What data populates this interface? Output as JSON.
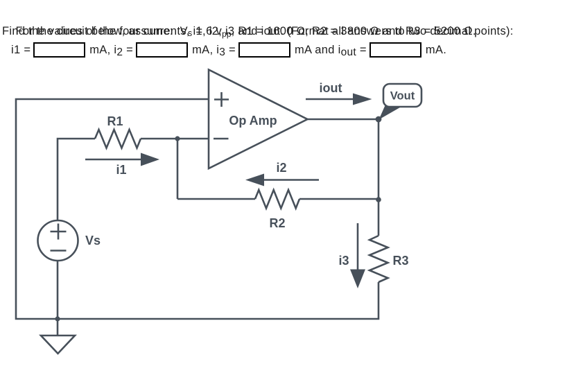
{
  "problem": {
    "line1_part1": "For the circuit below, assume:  V",
    "line1_vs_sub": "s",
    "line1_part2": " = 6 v",
    "line1_vpp_sub": "pp",
    "line1_part3": ", R1 = 1600 Ω, R2 = 3800 Ω and R3 = 5200 Ω.",
    "line2": "Find the values of the four currents, i1, i2, i3 and iout. (Format all answers to two decimal points):"
  },
  "answer_row": {
    "i1_label": "i1 =",
    "i2_prefix": "mA, i",
    "i2_sub": "2",
    "i2_eq": " =",
    "i3_prefix": "mA, i",
    "i3_sub": "3",
    "i3_eq": " =",
    "iout_prefix": "mA and i",
    "iout_sub": "out",
    "iout_eq": " =",
    "tail": "mA.",
    "inputs": {
      "i1": "",
      "i2": "",
      "i3": "",
      "iout": ""
    }
  },
  "circuit": {
    "labels": {
      "r1": "R1",
      "i1": "i1",
      "opamp": "Op Amp",
      "iout": "iout",
      "vout": "Vout",
      "i2": "i2",
      "r2": "R2",
      "i3": "i3",
      "r3": "R3",
      "vs": "Vs"
    },
    "colors": {
      "stroke": "#47505A",
      "question_text": "#1E1E1E",
      "box_border": "#000000"
    }
  }
}
